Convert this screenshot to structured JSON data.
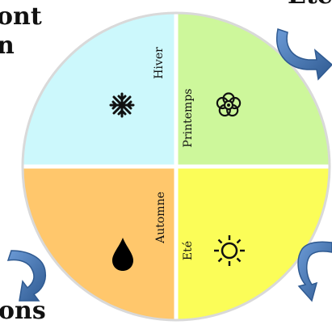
{
  "cut_off_text": {
    "top_left_line1": "ont",
    "top_left_line2": "n",
    "top_right": "Ete",
    "bottom_left": "ons"
  },
  "seasons": [
    {
      "id": "hiver",
      "label": "Hiver",
      "icon": "snowflake-icon",
      "color": "#ccf8fc"
    },
    {
      "id": "printemps",
      "label": "Printemps",
      "icon": "flower-icon",
      "color": "#cdf79b"
    },
    {
      "id": "ete",
      "label": "Eté",
      "icon": "sun-icon",
      "color": "#fbfd58"
    },
    {
      "id": "automne",
      "label": "Automne",
      "icon": "water-drop-icon",
      "color": "#ffc76c"
    }
  ],
  "colors": {
    "arrow": "#4a7bb7",
    "arrow_dark": "#2f5a91",
    "outline": "#d9d9d9"
  }
}
